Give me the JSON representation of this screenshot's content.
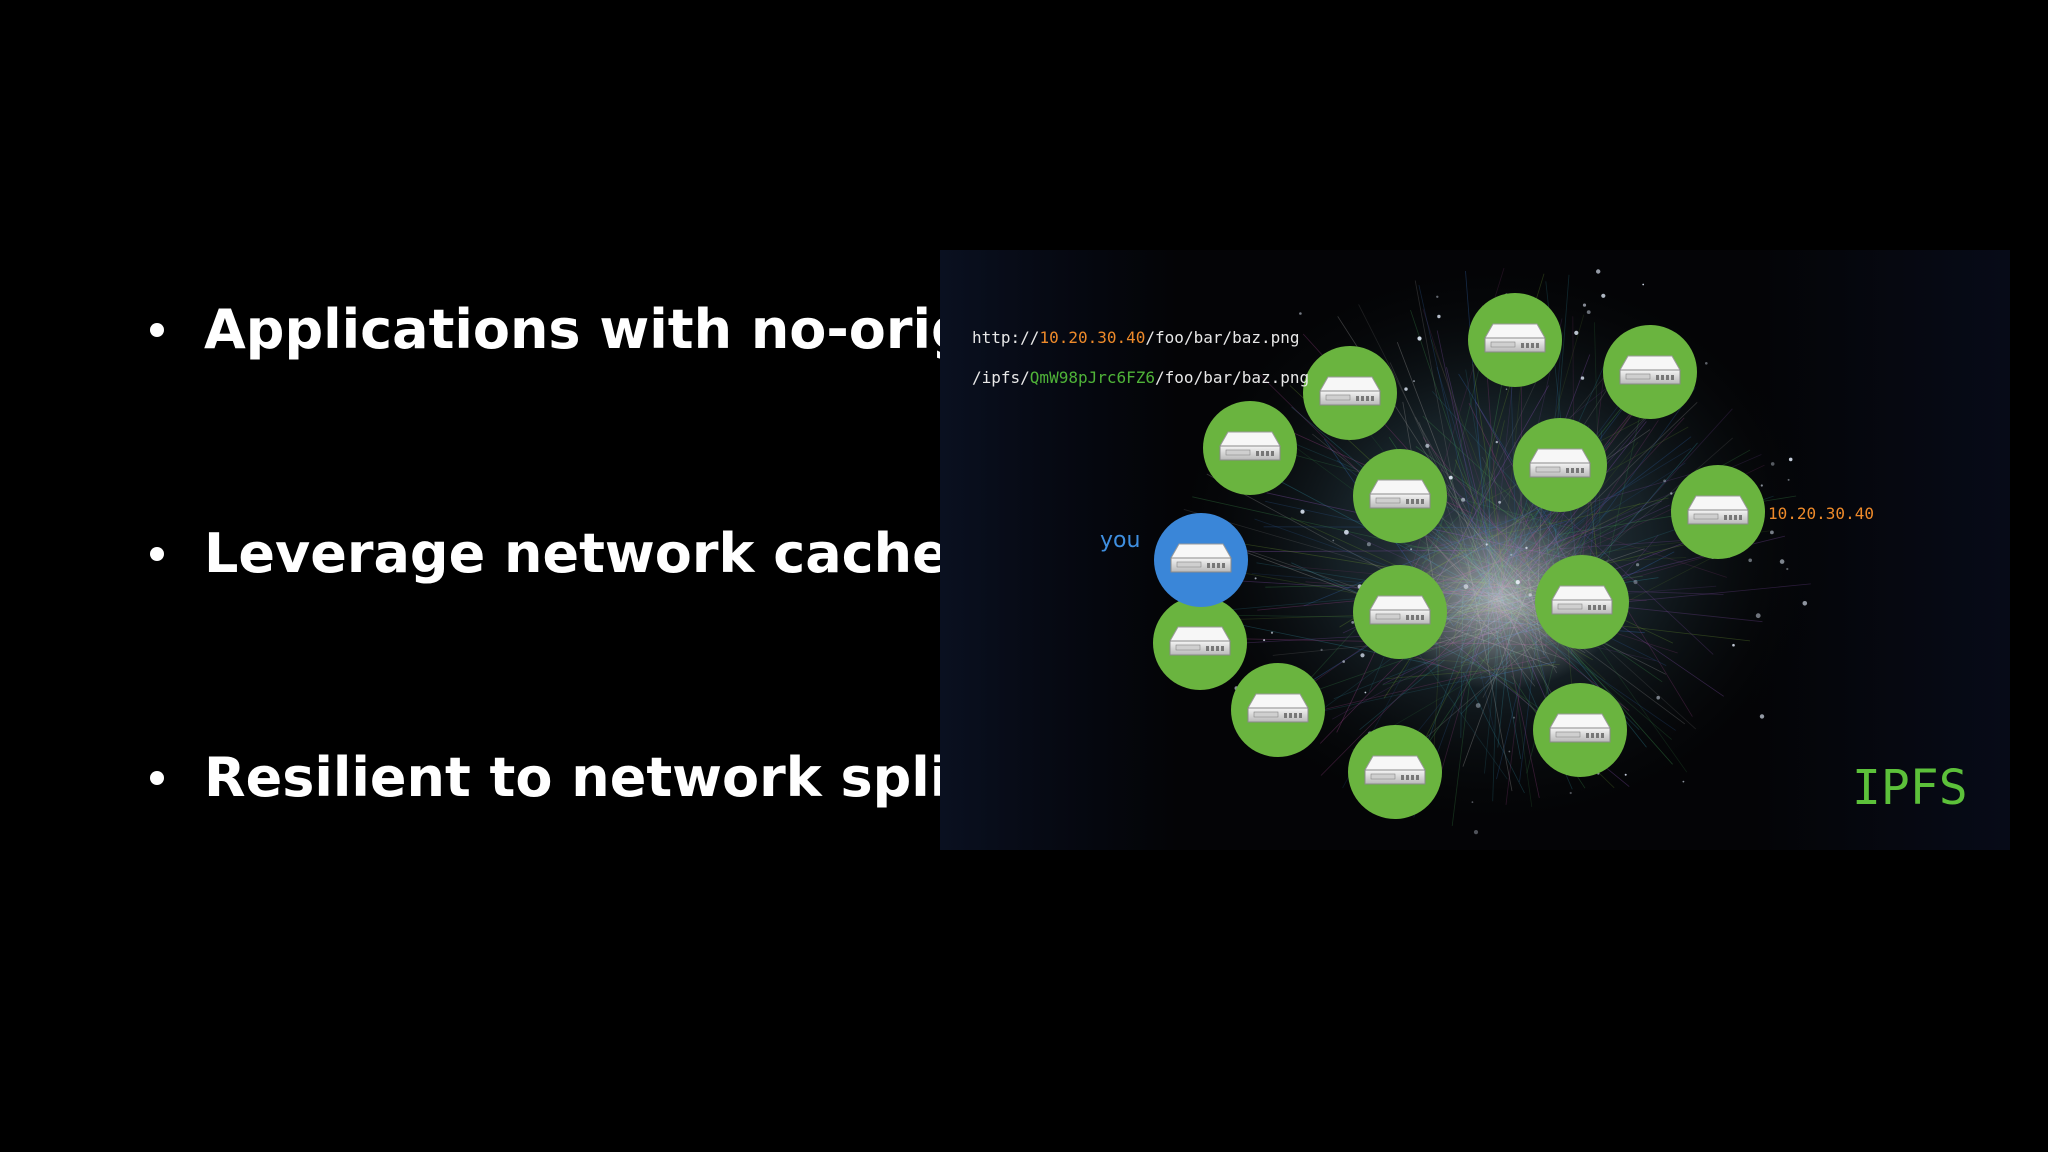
{
  "bullets": [
    "Applications with no-origin",
    "Leverage network cache",
    "Resilient to network splits"
  ],
  "figure": {
    "url_http": {
      "prefix": "http://",
      "host": "10.20.30.40",
      "path": "/foo/bar/baz.png"
    },
    "url_ipfs": {
      "prefix": "/ipfs/",
      "hash": "QmW98pJrc6FZ6",
      "path": "/foo/bar/baz.png"
    },
    "you_label": "you",
    "ip_label": "10.20.30.40",
    "ipfs_label": "IPFS",
    "colors": {
      "node_green": "#6ab43f",
      "node_blue": "#3a86d8",
      "orange": "#ee8a2a",
      "green_text": "#5cc13a"
    },
    "node_icon": "server-icon"
  }
}
